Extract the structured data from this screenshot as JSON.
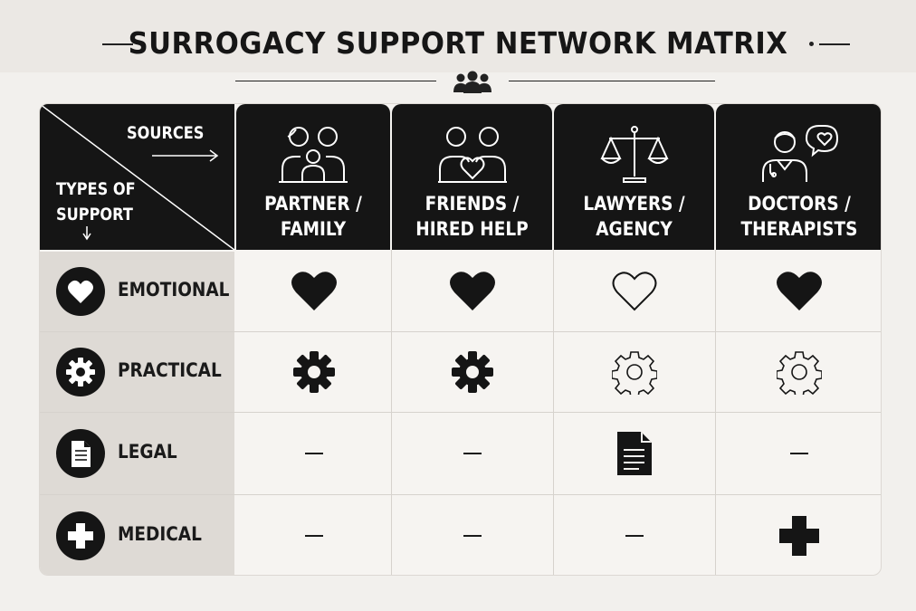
{
  "title": "SURROGACY SUPPORT NETWORK MATRIX",
  "title_icon": "group-people-icon",
  "corner": {
    "sources_label": "SOURCES",
    "types_label_line1": "TYPES OF",
    "types_label_line2": "SUPPORT"
  },
  "columns": [
    {
      "line1": "PARTNER /",
      "line2": "FAMILY",
      "icon": "family-icon"
    },
    {
      "line1": "FRIENDS /",
      "line2": "HIRED HELP",
      "icon": "friends-heart-icon"
    },
    {
      "line1": "LAWYERS /",
      "line2": "AGENCY",
      "icon": "scales-of-justice-icon"
    },
    {
      "line1": "DOCTORS /",
      "line2": "THERAPISTS",
      "icon": "doctor-speech-heart-icon"
    }
  ],
  "rows": [
    {
      "label": "EMOTIONAL",
      "icon": "heart-icon"
    },
    {
      "label": "PRACTICAL",
      "icon": "gear-icon"
    },
    {
      "label": "LEGAL",
      "icon": "document-icon"
    },
    {
      "label": "MEDICAL",
      "icon": "medical-cross-icon"
    }
  ],
  "cells": [
    [
      "heart-filled",
      "heart-filled",
      "heart-outline",
      "heart-filled"
    ],
    [
      "gear-filled",
      "gear-filled",
      "gear-outline",
      "gear-outline"
    ],
    [
      "dash",
      "dash",
      "document-filled",
      "dash"
    ],
    [
      "dash",
      "dash",
      "dash",
      "cross-filled"
    ]
  ],
  "colors": {
    "dark": "#151515",
    "background": "#f2f0ed",
    "row_header": "#dedad5",
    "grid": "#d6d2cd"
  }
}
